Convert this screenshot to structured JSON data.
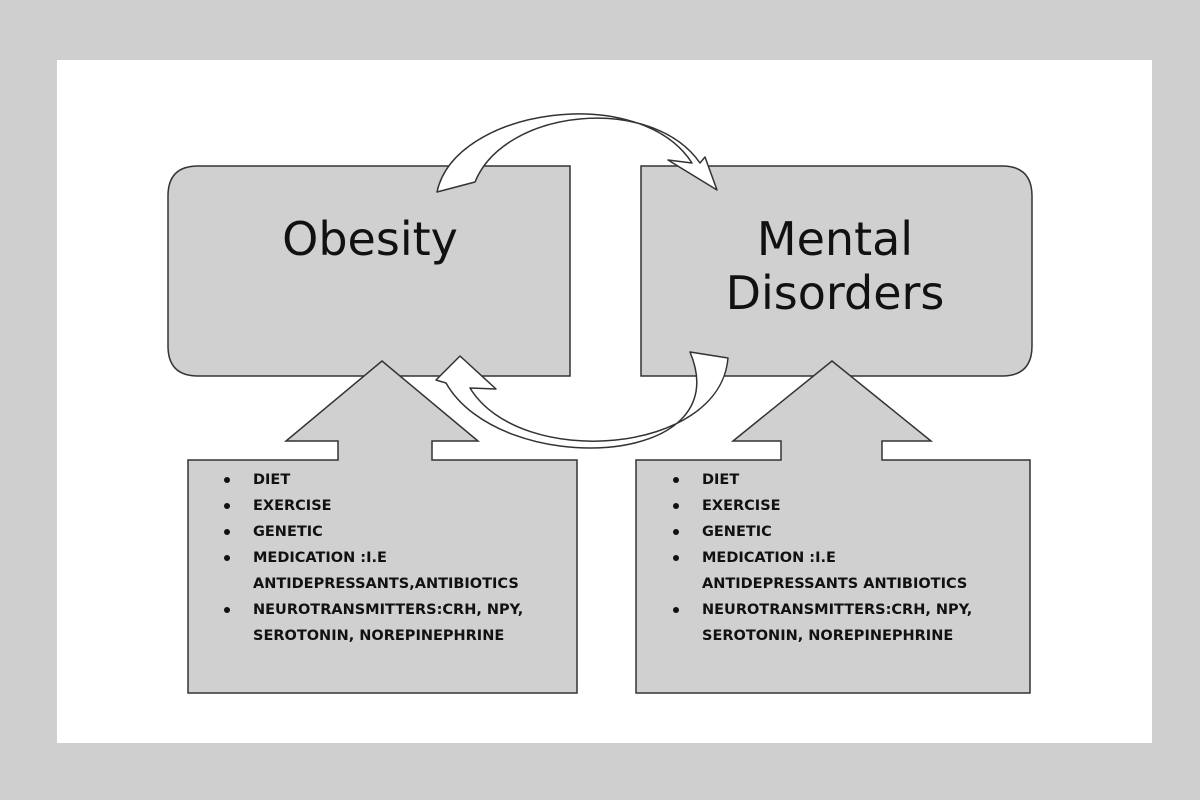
{
  "diagram": {
    "left_box": {
      "title": "Obesity"
    },
    "right_box": {
      "title": "Mental\nDisorders"
    },
    "left_factors": [
      "DIET",
      "EXERCISE",
      "GENETIC",
      "MEDICATION :I.E\nANTIDEPRESSANTS,ANTIBIOTICS",
      "NEUROTRANSMITTERS:CRH, NPY,\nSEROTONIN, NOREPINEPHRINE"
    ],
    "right_factors": [
      "DIET",
      "EXERCISE",
      "GENETIC",
      "MEDICATION :I.E\nANTIDEPRESSANTS ANTIBIOTICS",
      "NEUROTRANSMITTERS:CRH, NPY,\nSEROTONIN, NOREPINEPHRINE"
    ]
  },
  "colors": {
    "background": "#cfcfcf",
    "canvas": "#ffffff",
    "box_fill": "#d0d0d0",
    "stroke": "#333333",
    "arrow_fill": "#ffffff",
    "text": "#111111"
  }
}
